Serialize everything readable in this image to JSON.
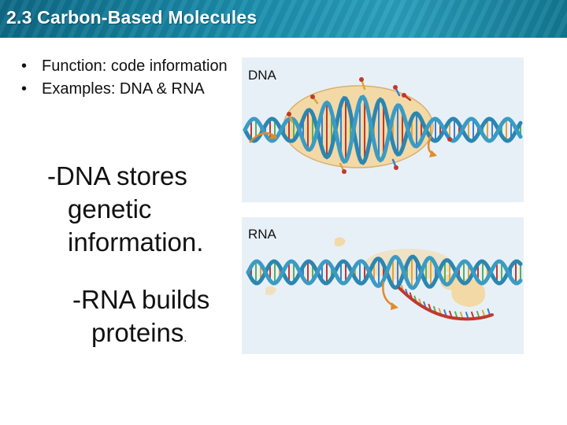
{
  "slide": {
    "title": "2.3 Carbon-Based Molecules",
    "bullets": [
      {
        "dot": "•",
        "text": "Function:  code information"
      },
      {
        "dot": "•",
        "text": "Examples:  DNA & RNA"
      }
    ],
    "dna_statement": [
      "-DNA stores",
      "genetic",
      "information."
    ],
    "rna_statement": [
      "-RNA builds",
      "proteins"
    ],
    "rna_statement_end": "."
  },
  "figures": {
    "dna_label": "DNA",
    "rna_label": "RNA"
  },
  "colors": {
    "title_bar": "#1c8fae",
    "backbone": "#2b86b0",
    "rna_strand": "#c0392b",
    "enzyme": "#f3d9a6",
    "panel_bg": "#e8f0f7",
    "arrow": "#e38a2a"
  }
}
